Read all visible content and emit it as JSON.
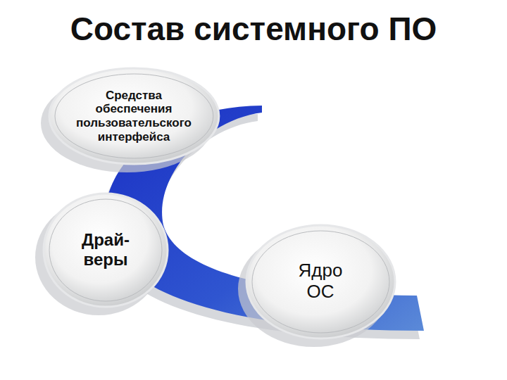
{
  "diagram": {
    "title": "Состав системного ПО",
    "nodes": [
      {
        "text": [
          "Средства обеспечения пользовательского интерфейса"
        ]
      },
      {
        "text": [
          "Драй- веры"
        ]
      },
      {
        "text": [
          "Ядро ОС"
        ]
      }
    ]
  }
}
